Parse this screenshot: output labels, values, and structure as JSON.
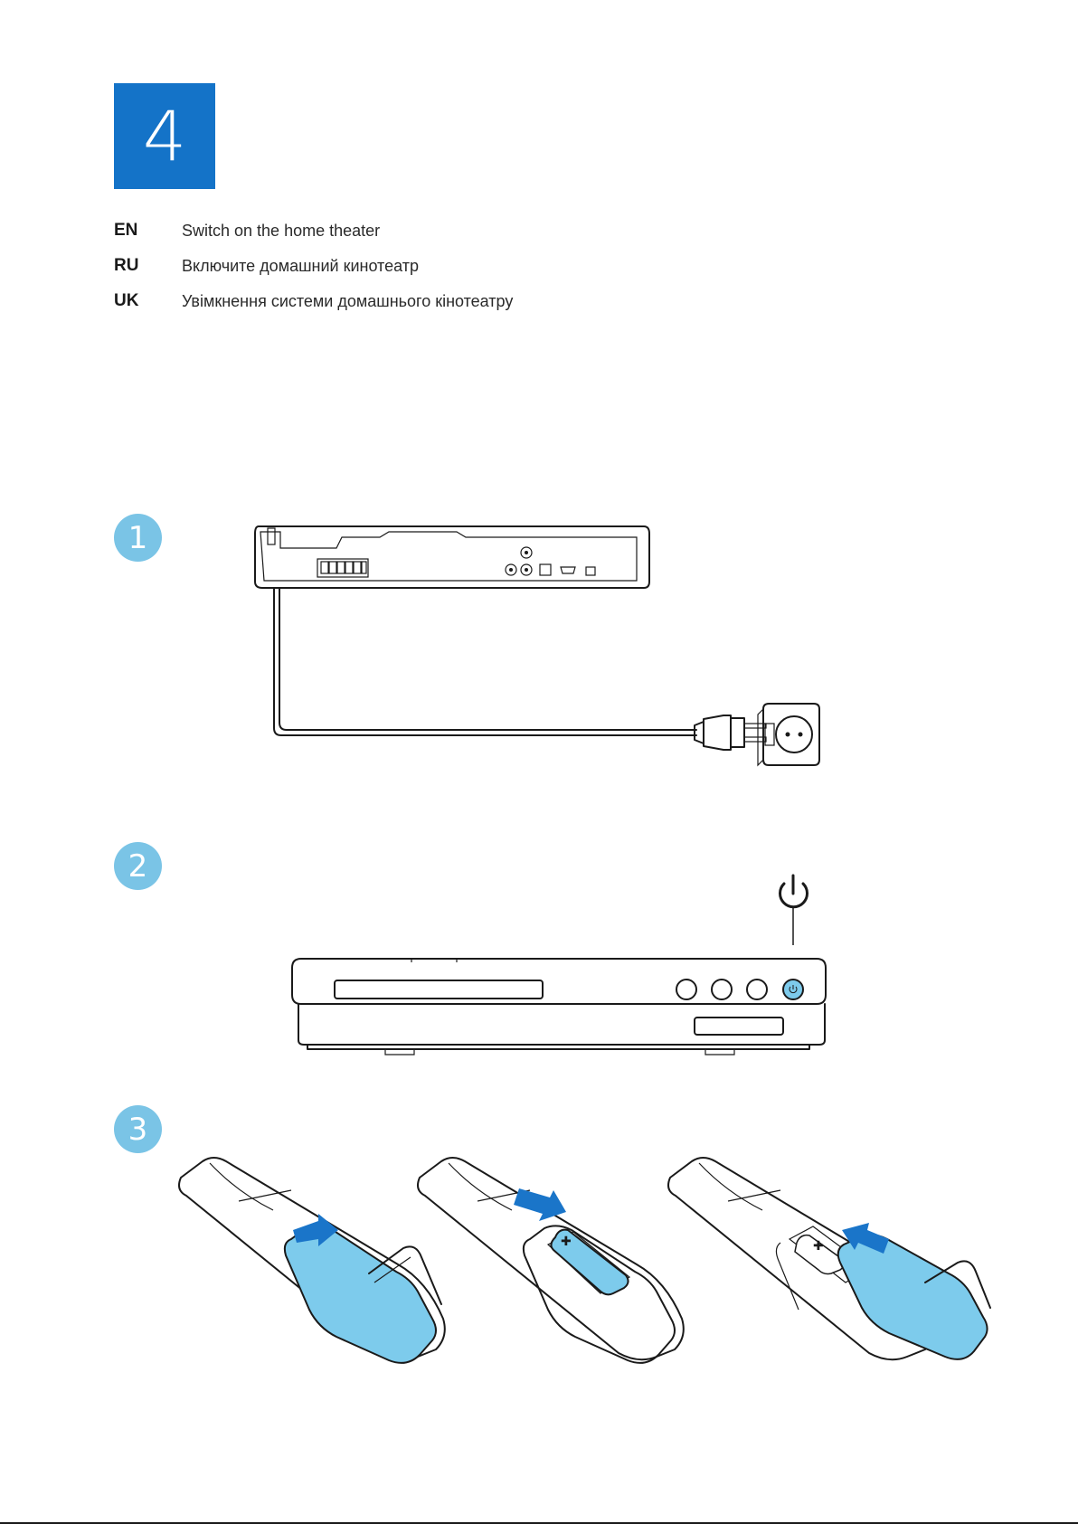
{
  "step_number": "4",
  "languages": [
    {
      "code": "EN",
      "text": "Switch on the home theater"
    },
    {
      "code": "RU",
      "text": "Включите домашний кинотеатр"
    },
    {
      "code": "UK",
      "text": "Увімкнення системи домашнього кінотеатру"
    }
  ],
  "steps": [
    {
      "number": "1"
    },
    {
      "number": "2"
    },
    {
      "number": "3"
    }
  ],
  "colors": {
    "step_box": "#1473c8",
    "step_circle": "#7ac4e6",
    "accent_light_blue": "#7dcbec",
    "accent_blue": "#1a75c9"
  },
  "icons": [
    "power-icon",
    "power-plug-icon",
    "wall-socket-icon",
    "battery-icon",
    "arrow-icon"
  ]
}
